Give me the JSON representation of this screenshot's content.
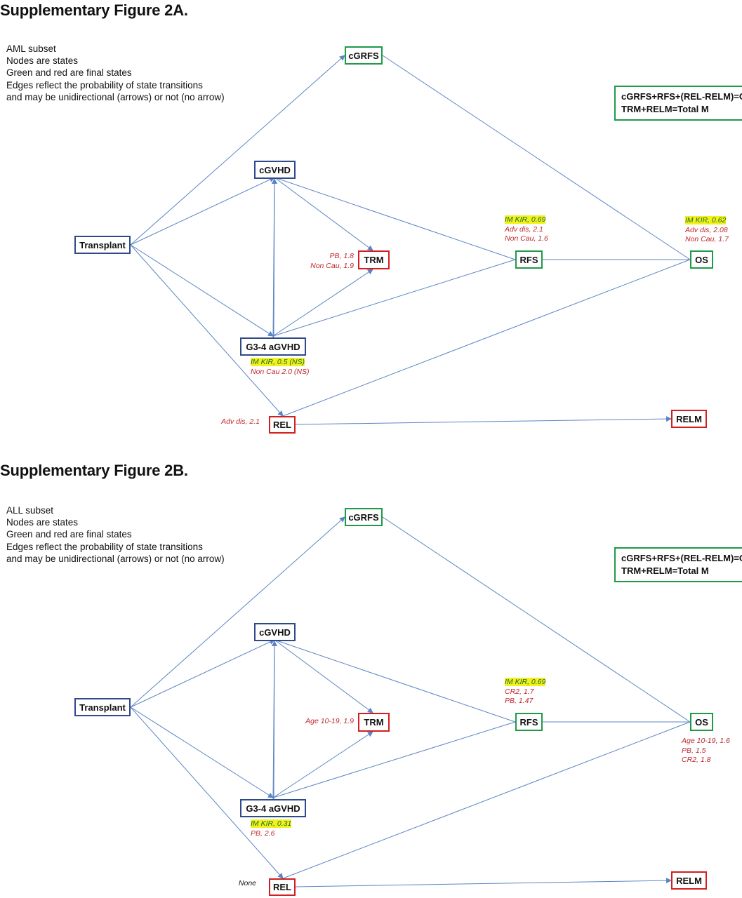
{
  "figure_a": {
    "title": "Supplementary Figure 2A.",
    "legend": [
      "AML subset",
      "Nodes are states",
      "Green and red are final states",
      "Edges reflect the probability of state transitions",
      "and may be unidirectional (arrows) or not (no arrow)"
    ],
    "formula": [
      "cGRFS+RFS+(REL-RELM)=OS",
      "TRM+RELM=Total M"
    ],
    "nodes": {
      "transplant": "Transplant",
      "cgrfs": "cGRFS",
      "cgvhd": "cGVHD",
      "trm": "TRM",
      "aGVHD": "G3-4 aGVHD",
      "rfs": "RFS",
      "os": "OS",
      "rel": "REL",
      "relm": "RELM"
    },
    "annotations": {
      "trm": [
        "PB, 1.8",
        "Non Cau, 1.9"
      ],
      "rfs_highlight": "IM KIR, 0.69",
      "rfs": [
        "Adv dis, 2.1",
        "Non Cau, 1.6"
      ],
      "os_highlight": "IM KIR, 0.62",
      "os": [
        "Adv dis, 2.08",
        "Non Cau, 1.7"
      ],
      "agvhd_highlight": "IM KIR, 0.5 (NS)",
      "agvhd": [
        "Non Cau 2.0 (NS)"
      ],
      "rel": "Adv dis, 2.1"
    }
  },
  "figure_b": {
    "title": "Supplementary Figure 2B.",
    "legend": [
      "ALL subset",
      "Nodes are states",
      "Green and red are final states",
      "Edges reflect the probability of state transitions",
      "and may be unidirectional (arrows) or not (no arrow)"
    ],
    "formula": [
      "cGRFS+RFS+(REL-RELM)=OS",
      "TRM+RELM=Total M"
    ],
    "nodes": {
      "transplant": "Transplant",
      "cgrfs": "cGRFS",
      "cgvhd": "cGVHD",
      "trm": "TRM",
      "aGVHD": "G3-4 aGVHD",
      "rfs": "RFS",
      "os": "OS",
      "rel": "REL",
      "relm": "RELM"
    },
    "annotations": {
      "trm": "Age 10-19, 1.9",
      "rfs_highlight": "IM KIR, 0.69",
      "rfs": [
        "CR2, 1.7",
        "PB, 1.47"
      ],
      "os": [
        "Age 10-19, 1.6",
        "PB, 1.5",
        "CR2, 1.8"
      ],
      "agvhd_highlight": "IM KIR, 0.31",
      "agvhd": [
        "PB, 2.6"
      ],
      "rel": "None"
    }
  },
  "colors": {
    "edge": "#5b84c4",
    "node_border_blue": "#2f4a8a",
    "node_border_green": "#1f9a47",
    "node_border_red": "#d21f1f",
    "annotation_red": "#c0262c",
    "highlight": "#f2f21a"
  }
}
